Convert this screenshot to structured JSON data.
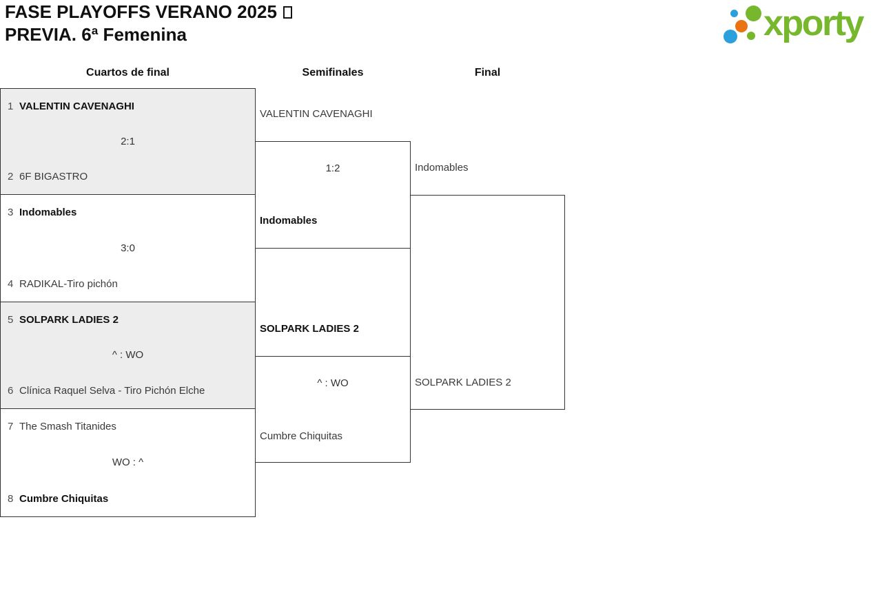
{
  "header": {
    "title_line1": "FASE PLAYOFFS VERANO 2025",
    "title_line2": "PREVIA. 6ª Femenina",
    "logo_text": "xporty"
  },
  "columns": [
    {
      "label": "Cuartos de final"
    },
    {
      "label": "Semifinales"
    },
    {
      "label": "Final"
    }
  ],
  "bracket": {
    "quarterfinals": [
      {
        "seed1": "1",
        "team1": "VALENTIN CAVENAGHI",
        "bold1": true,
        "score": "2:1",
        "seed2": "2",
        "team2": "6F BIGASTRO",
        "bold2": false
      },
      {
        "seed1": "3",
        "team1": "Indomables",
        "bold1": true,
        "score": "3:0",
        "seed2": "4",
        "team2": "RADIKAL-Tiro pichón",
        "bold2": false
      },
      {
        "seed1": "5",
        "team1": "SOLPARK LADIES 2",
        "bold1": true,
        "score": "^ : WO",
        "seed2": "6",
        "team2": "Clínica Raquel Selva - Tiro Pichón Elche",
        "bold2": false
      },
      {
        "seed1": "7",
        "team1": "The Smash Titanides",
        "bold1": false,
        "score": "WO : ^",
        "seed2": "8",
        "team2": "Cumbre Chiquitas",
        "bold2": true
      }
    ],
    "semifinals": [
      {
        "team1": "VALENTIN CAVENAGHI",
        "bold1": false,
        "score": "1:2",
        "team2": "Indomables",
        "bold2": true
      },
      {
        "team1": "SOLPARK LADIES 2",
        "bold1": true,
        "score": "^ : WO",
        "team2": "Cumbre Chiquitas",
        "bold2": false
      }
    ],
    "final": {
      "team1": "Indomables",
      "bold1": false,
      "score": "",
      "team2": "SOLPARK LADIES 2",
      "bold2": false
    }
  },
  "colors": {
    "brand_green": "#77b72d",
    "brand_blue": "#2ba0dc",
    "brand_orange": "#e97410",
    "box_border": "#333333",
    "box_fill_alt": "#ededed"
  }
}
